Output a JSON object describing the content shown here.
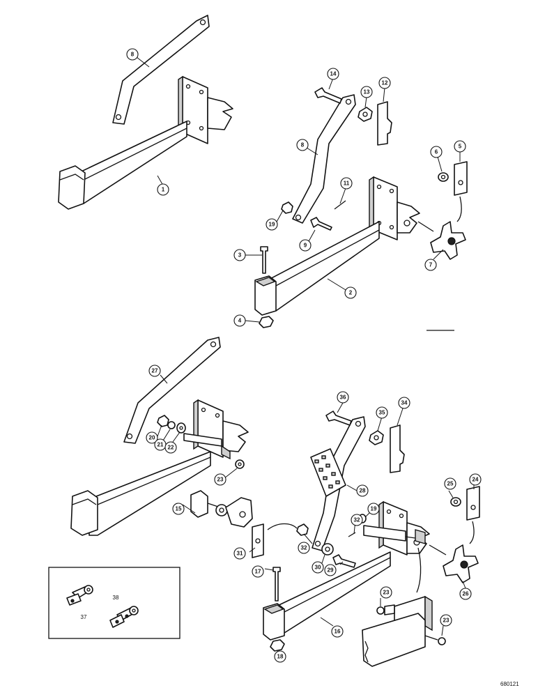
{
  "callouts": {
    "c1": "1",
    "c2": "2",
    "c3": "3",
    "c4": "4",
    "c5": "5",
    "c6": "6",
    "c7": "7",
    "c8a": "8",
    "c8b": "8",
    "c9": "9",
    "c11": "11",
    "c12": "12",
    "c13": "13",
    "c14": "14",
    "c15": "15",
    "c16": "16",
    "c17": "17",
    "c18": "18",
    "c19a": "19",
    "c19b": "19",
    "c20": "20",
    "c21": "21",
    "c22": "22",
    "c23a": "23",
    "c23b": "23",
    "c23c": "23",
    "c24": "24",
    "c25": "25",
    "c26": "26",
    "c27": "27",
    "c28": "28",
    "c29": "29",
    "c30": "30",
    "c31": "31",
    "c32a": "32",
    "c32b": "32",
    "c34": "34",
    "c35": "35",
    "c36": "36",
    "c37": "37",
    "c38": "38"
  },
  "figure_ref": "680121"
}
